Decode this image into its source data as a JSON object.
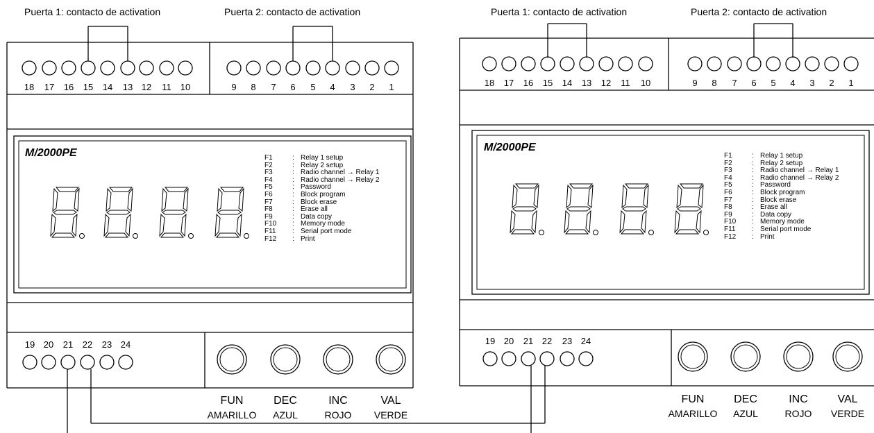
{
  "units": [
    {
      "puerta1_label": "Puerta 1: contacto de activation",
      "puerta2_label": "Puerta 2: contacto de activation",
      "model": "M/2000PE",
      "top_terminals_left": [
        "18",
        "17",
        "16",
        "15",
        "14",
        "13",
        "12",
        "11",
        "10"
      ],
      "top_terminals_right": [
        "9",
        "8",
        "7",
        "6",
        "5",
        "4",
        "3",
        "2",
        "1"
      ],
      "bottom_terminals": [
        "19",
        "20",
        "21",
        "22",
        "23",
        "24"
      ],
      "display_digits": "8.8.8.8.",
      "functions": [
        {
          "code": "F1",
          "sep": ":",
          "desc": "Relay 1 setup"
        },
        {
          "code": "F2",
          "sep": ":",
          "desc": "Relay 2 setup"
        },
        {
          "code": "F3",
          "sep": ":",
          "desc": "Radio channel → Relay 1"
        },
        {
          "code": "F4",
          "sep": ":",
          "desc": "Radio channel → Relay 2"
        },
        {
          "code": "F5",
          "sep": ":",
          "desc": "Password"
        },
        {
          "code": "F6",
          "sep": ":",
          "desc": "Block program"
        },
        {
          "code": "F7",
          "sep": ":",
          "desc": "Block erase"
        },
        {
          "code": "F8",
          "sep": ":",
          "desc": "Erase all"
        },
        {
          "code": "F9",
          "sep": ":",
          "desc": "Data copy"
        },
        {
          "code": "F10",
          "sep": ":",
          "desc": "Memory mode"
        },
        {
          "code": "F11",
          "sep": ":",
          "desc": "Serial port mode"
        },
        {
          "code": "F12",
          "sep": ":",
          "desc": "Print"
        }
      ],
      "buttons": [
        {
          "name": "FUN",
          "color": "AMARILLO"
        },
        {
          "name": "DEC",
          "color": "AZUL"
        },
        {
          "name": "INC",
          "color": "ROJO"
        },
        {
          "name": "VAL",
          "color": "VERDE"
        }
      ]
    },
    {
      "puerta1_label": "Puerta 1: contacto de activation",
      "puerta2_label": "Puerta 2: contacto de activation",
      "model": "M/2000PE",
      "top_terminals_left": [
        "18",
        "17",
        "16",
        "15",
        "14",
        "13",
        "12",
        "11",
        "10"
      ],
      "top_terminals_right": [
        "9",
        "8",
        "7",
        "6",
        "5",
        "4",
        "3",
        "2",
        "1"
      ],
      "bottom_terminals": [
        "19",
        "20",
        "21",
        "22",
        "23",
        "24"
      ],
      "display_digits": "8.8.8.8.",
      "functions": [
        {
          "code": "F1",
          "sep": ":",
          "desc": "Relay 1 setup"
        },
        {
          "code": "F2",
          "sep": ":",
          "desc": "Relay 2 setup"
        },
        {
          "code": "F3",
          "sep": ":",
          "desc": "Radio channel → Relay 1"
        },
        {
          "code": "F4",
          "sep": ":",
          "desc": "Radio channel → Relay 2"
        },
        {
          "code": "F5",
          "sep": ":",
          "desc": "Password"
        },
        {
          "code": "F6",
          "sep": ":",
          "desc": "Block program"
        },
        {
          "code": "F7",
          "sep": ":",
          "desc": "Block erase"
        },
        {
          "code": "F8",
          "sep": ":",
          "desc": "Erase all"
        },
        {
          "code": "F9",
          "sep": ":",
          "desc": "Data copy"
        },
        {
          "code": "F10",
          "sep": ":",
          "desc": "Memory mode"
        },
        {
          "code": "F11",
          "sep": ":",
          "desc": "Serial port mode"
        },
        {
          "code": "F12",
          "sep": ":",
          "desc": "Print"
        }
      ],
      "buttons": [
        {
          "name": "FUN",
          "color": "AMARILLO"
        },
        {
          "name": "DEC",
          "color": "AZUL"
        },
        {
          "name": "INC",
          "color": "ROJO"
        },
        {
          "name": "VAL",
          "color": "VERDE"
        }
      ]
    }
  ]
}
